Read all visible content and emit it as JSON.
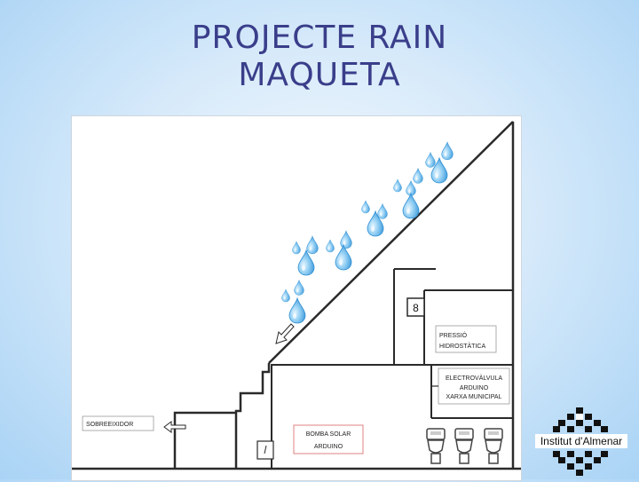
{
  "slide": {
    "title_line1": "PROJECTE RAIN",
    "title_line2": "MAQUETA"
  },
  "diagram": {
    "labels": {
      "sobreeixidor": "SOBREEIXIDOR",
      "bomba_line1": "BOMBA SOLAR",
      "bomba_line2": "ARDUINO",
      "pressio_line1": "PRESSIÓ",
      "pressio_line2": "HIDROSTÀTICA",
      "electro_line1": "ELECTROVÀLVULA",
      "electro_line2": "ARDUINO",
      "electro_line3": "XARXA MUNICIPAL",
      "sensor_number": "8"
    },
    "colors": {
      "drop_light": "#b9e4fb",
      "drop_dark": "#2f8fd4",
      "line": "#2a2a2a",
      "bomba_border": "#e08080"
    }
  },
  "logo": {
    "text": "Institut d'Almenar"
  }
}
